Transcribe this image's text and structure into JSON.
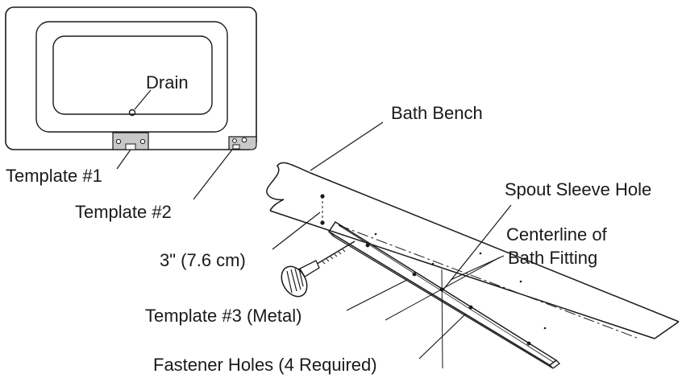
{
  "labels": {
    "drain": "Drain",
    "template1": "Template #1",
    "template2": "Template #2",
    "bath_bench": "Bath Bench",
    "spout_sleeve_hole": "Spout Sleeve Hole",
    "centerline_line1": "Centerline of",
    "centerline_line2": "Bath Fitting",
    "distance": "3\" (7.6 cm)",
    "template3": "Template #3 (Metal)",
    "fastener_holes": "Fastener Holes (4 Required)"
  },
  "colors": {
    "line": "#1a1a1a",
    "template_fill": "#c8c8c8",
    "background": "#ffffff"
  }
}
